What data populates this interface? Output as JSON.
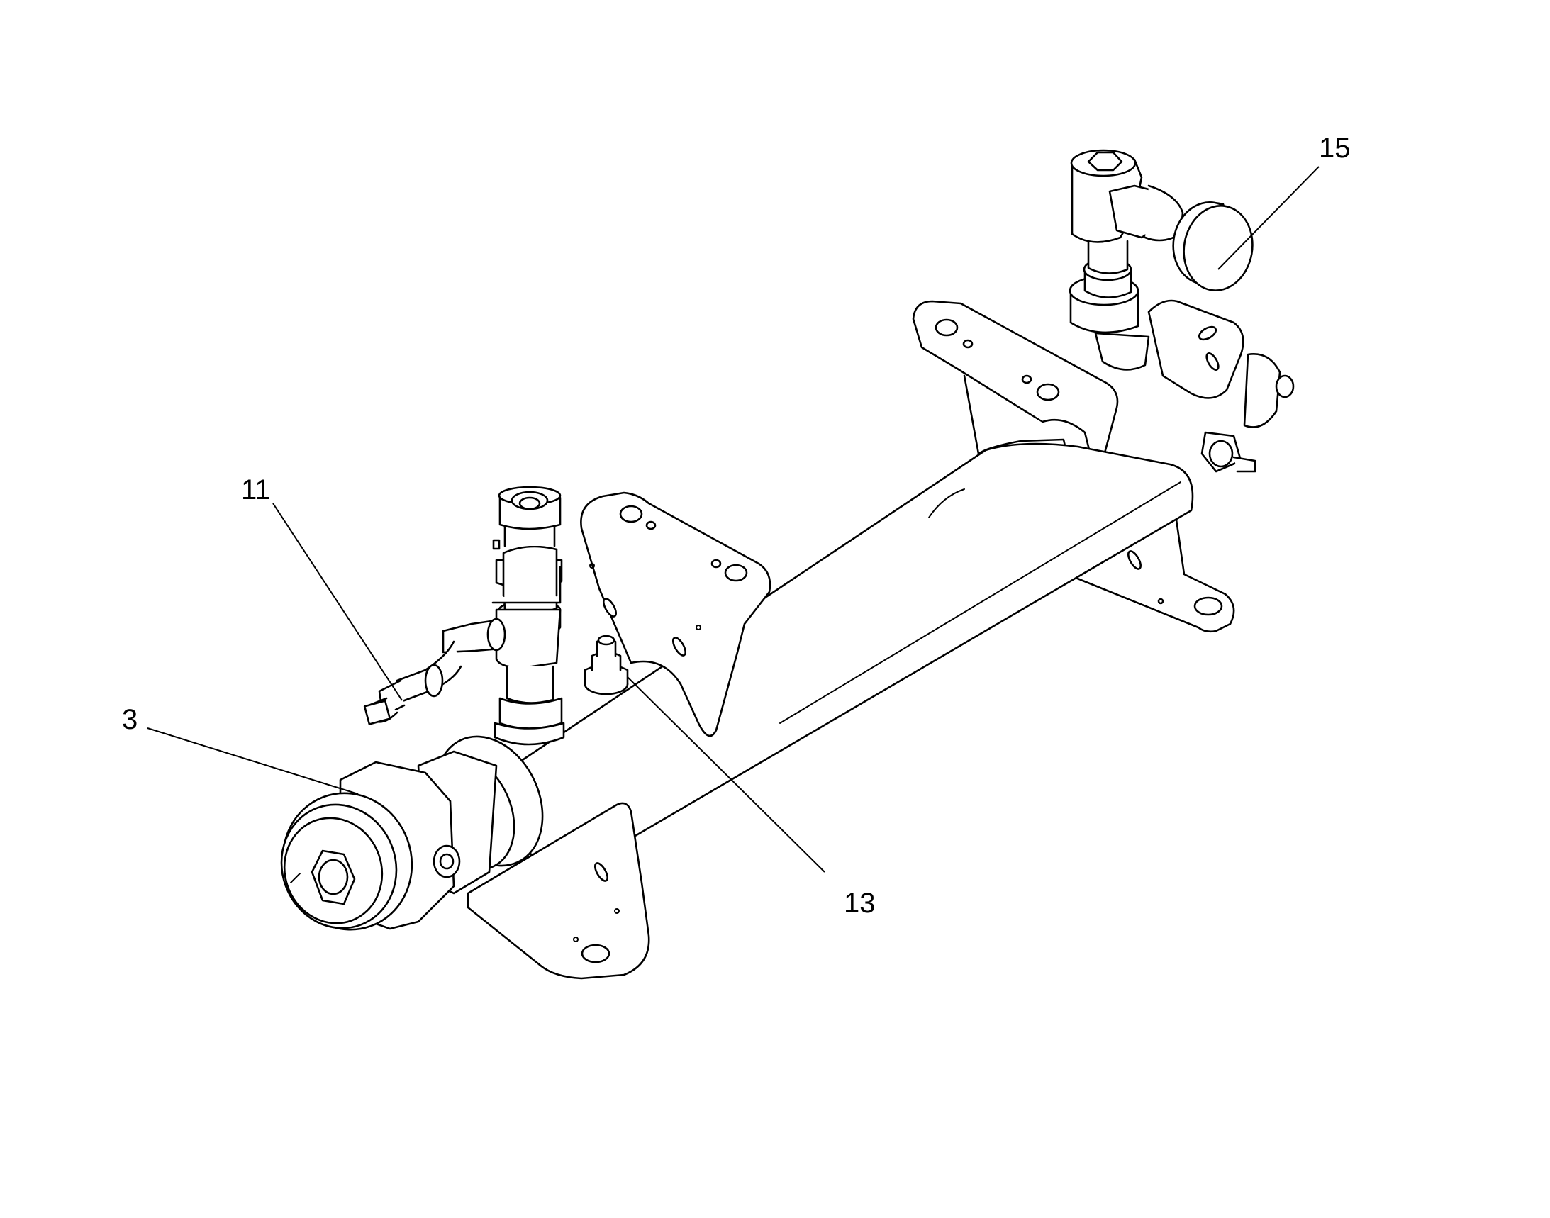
{
  "callouts": [
    {
      "id": "c3",
      "label": "3"
    },
    {
      "id": "c11",
      "label": "11"
    },
    {
      "id": "c13",
      "label": "13"
    },
    {
      "id": "c15",
      "label": "15"
    }
  ],
  "colors": {
    "line": "#000000",
    "background": "#ffffff"
  }
}
